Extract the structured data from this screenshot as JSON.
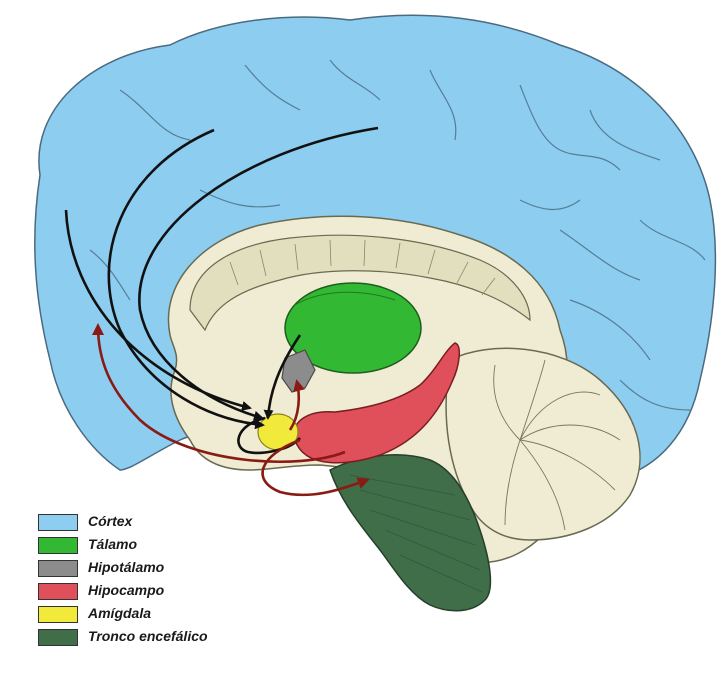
{
  "legend": {
    "items": [
      {
        "key": "cortex",
        "label": "Córtex",
        "color": "#8ccdf0"
      },
      {
        "key": "thalamus",
        "label": "Tálamo",
        "color": "#33b833"
      },
      {
        "key": "hypothalamus",
        "label": "Hipotálamo",
        "color": "#8c8c8c"
      },
      {
        "key": "hippocampus",
        "label": "Hipocampo",
        "color": "#e0505a"
      },
      {
        "key": "amygdala",
        "label": "Amígdala",
        "color": "#f2ea3a"
      },
      {
        "key": "brainstem",
        "label": "Tronco encefálico",
        "color": "#3f6e48"
      }
    ]
  },
  "colors": {
    "tissue": "#efecd3",
    "pathway_black": "#111111",
    "pathway_red": "#8a1a14",
    "outline": "#4a6a80"
  },
  "icons": [
    "arrow-icon"
  ]
}
